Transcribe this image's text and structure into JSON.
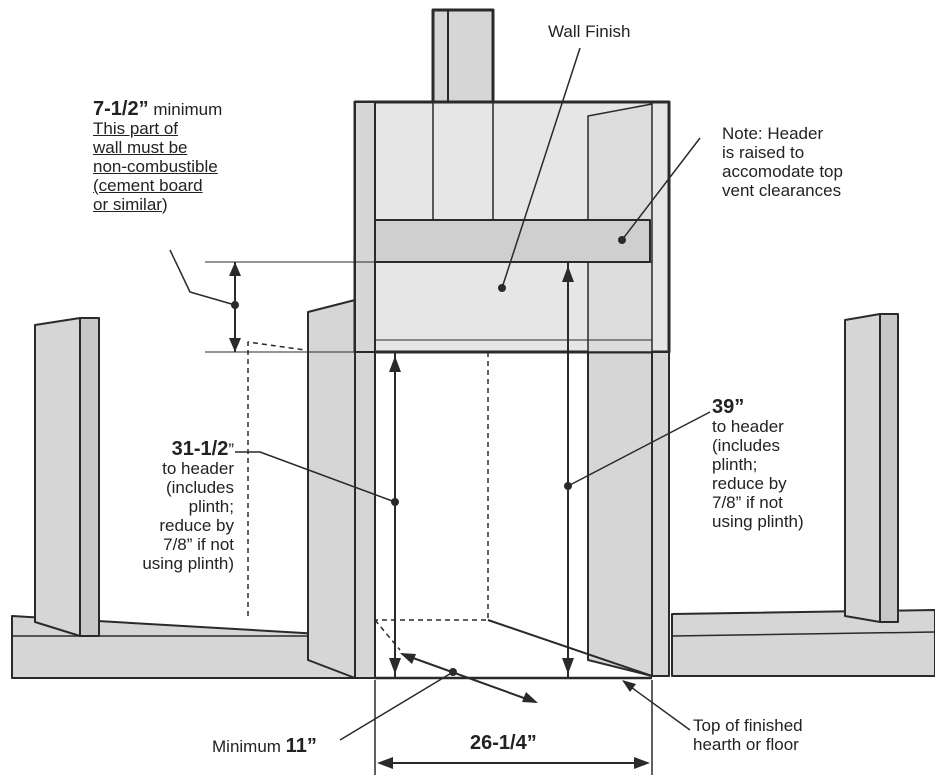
{
  "labels": {
    "wall_finish": "Wall Finish",
    "note": [
      "Note: Header",
      "is raised to",
      "accomodate top",
      "vent clearances"
    ],
    "min_7_5": {
      "value": "7-1/2”",
      "suffix": " minimum",
      "lines": [
        "This part of",
        "wall must be",
        "non-combustible",
        "(cement board",
        "or similar"
      ],
      "close_paren": ")"
    },
    "dim_31_5": {
      "value": "31-1/2",
      "unit": "”",
      "lines": [
        "to header",
        "(includes",
        "plinth;",
        "reduce by",
        "7/8” if not",
        "using plinth)"
      ]
    },
    "dim_39": {
      "value": "39”",
      "lines": [
        "to header",
        "(includes",
        "plinth;",
        "reduce by",
        "7/8” if not",
        "using plinth)"
      ]
    },
    "minimum_11": {
      "prefix": "Minimum ",
      "value": "11”"
    },
    "width_26_25": "26-1/4”",
    "hearth": [
      "Top of finished",
      "hearth or floor"
    ]
  },
  "colors": {
    "line": "#2a2a2a",
    "stud": "#d6d6d6",
    "panel": "#e6e6e6",
    "header": "#cfcfcf",
    "background": "#ffffff"
  }
}
